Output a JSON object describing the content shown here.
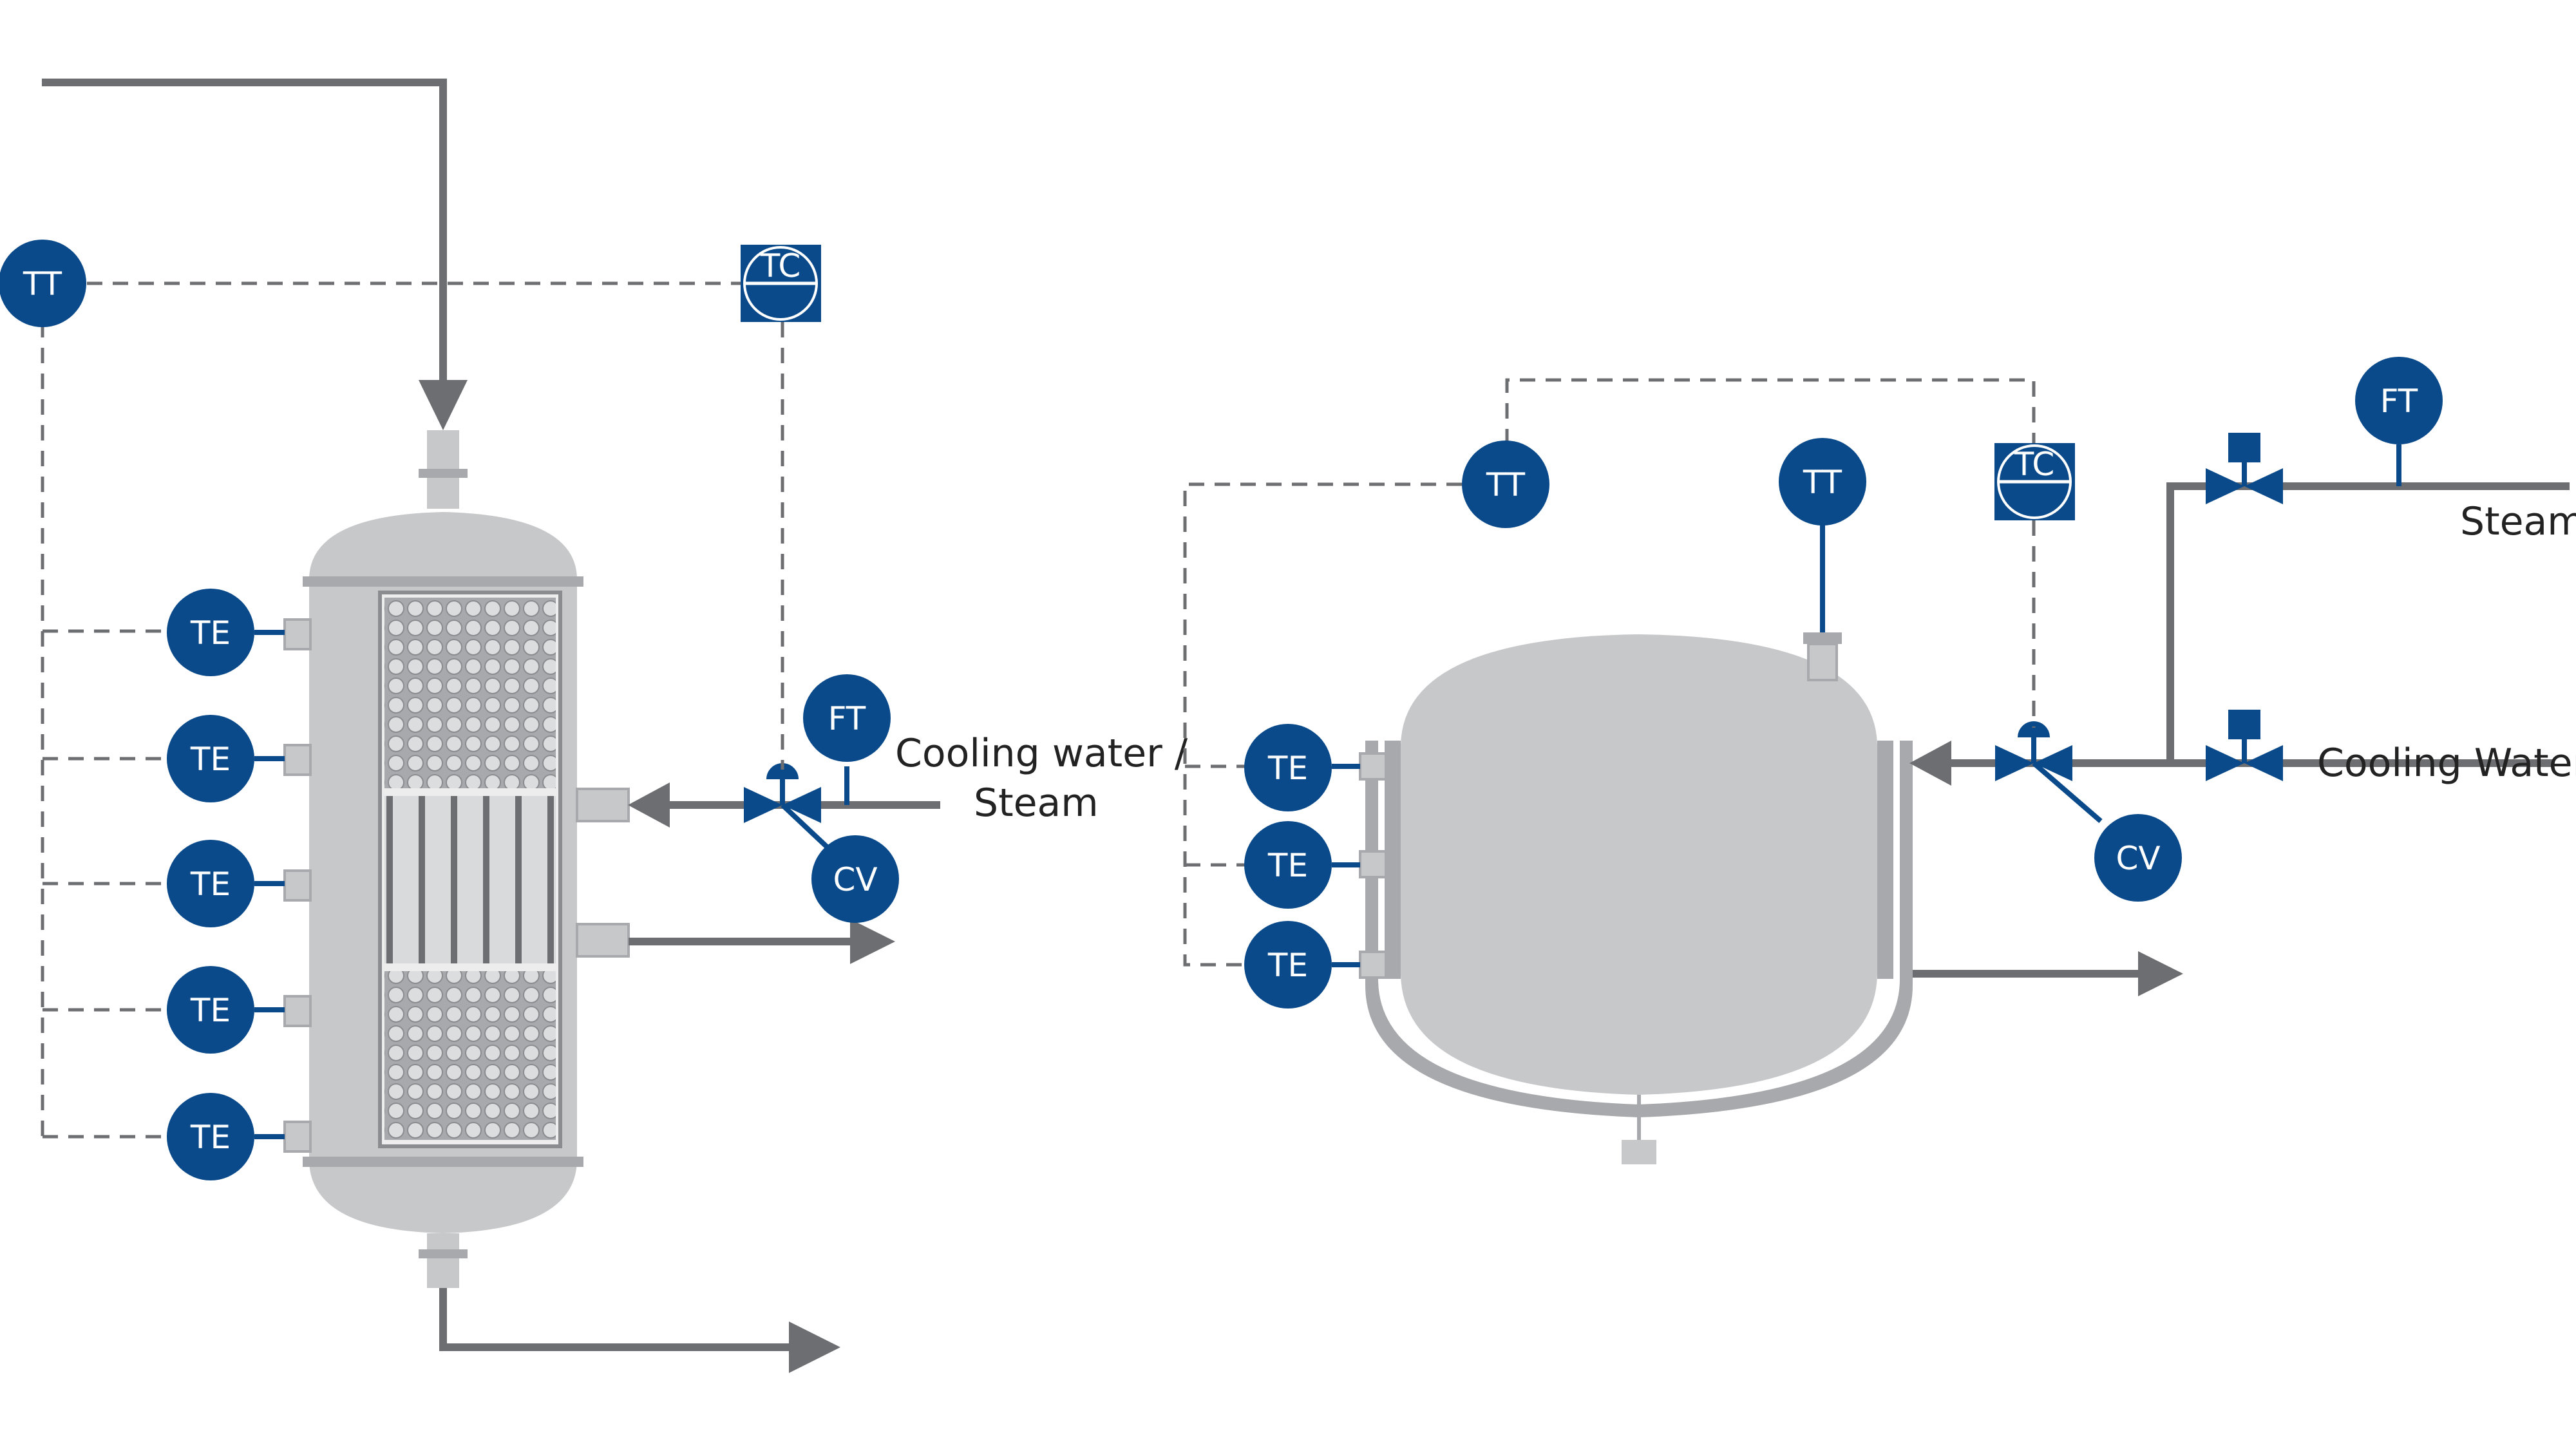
{
  "colors": {
    "instrument": "#0a4a8a",
    "pipe": "#6d6e71",
    "vessel": "#c7c8ca",
    "vessel_dark": "#a7a9ac",
    "background": "#ffffff"
  },
  "left_unit": {
    "tt": "TT",
    "tc": "TC",
    "ft": "FT",
    "cv": "CV",
    "te": [
      "TE",
      "TE",
      "TE",
      "TE",
      "TE"
    ],
    "utility_label_line1": "Cooling water /",
    "utility_label_line2": "Steam"
  },
  "right_unit": {
    "tt_jacket": "TT",
    "tt_top": "TT",
    "tc": "TC",
    "ft": "FT",
    "cv": "CV",
    "te": [
      "TE",
      "TE",
      "TE"
    ],
    "steam_label": "Steam",
    "cooling_label": "Cooling Water"
  }
}
